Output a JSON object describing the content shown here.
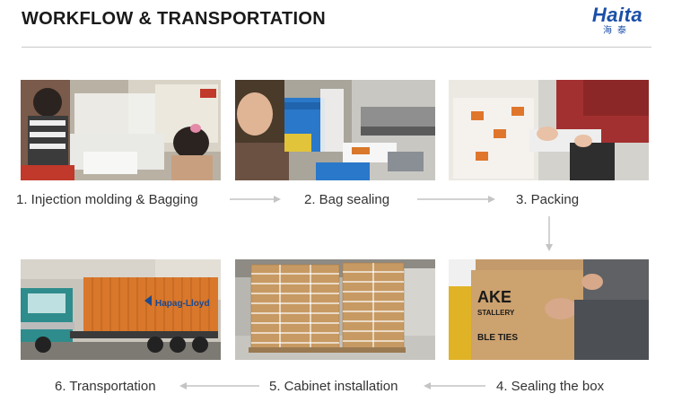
{
  "header": {
    "title": "WORKFLOW & TRANSPORTATION",
    "logo_text": "Haita",
    "logo_cn": "海泰"
  },
  "steps": [
    {
      "label": "1.  Injection molding & Bagging",
      "photo_icon": "injection-molding-bagging-photo"
    },
    {
      "label": "2. Bag sealing",
      "photo_icon": "bag-sealing-photo"
    },
    {
      "label": "3. Packing",
      "photo_icon": "packing-photo"
    },
    {
      "label": "4. Sealing the box",
      "photo_icon": "sealing-box-photo"
    },
    {
      "label": "5. Cabinet installation",
      "photo_icon": "cabinet-installation-photo"
    },
    {
      "label": "6. Transportation",
      "photo_icon": "transportation-photo"
    }
  ],
  "photo_text": {
    "container_brand": "Hapag-Lloyd",
    "box_print": "AKE",
    "box_print_2": "STALLERY",
    "box_print_3": "BLE TIES"
  },
  "colors": {
    "logo_blue": "#1b4fa8",
    "arrow_gray": "#c4c4c4",
    "container_orange": "#d9772b"
  }
}
